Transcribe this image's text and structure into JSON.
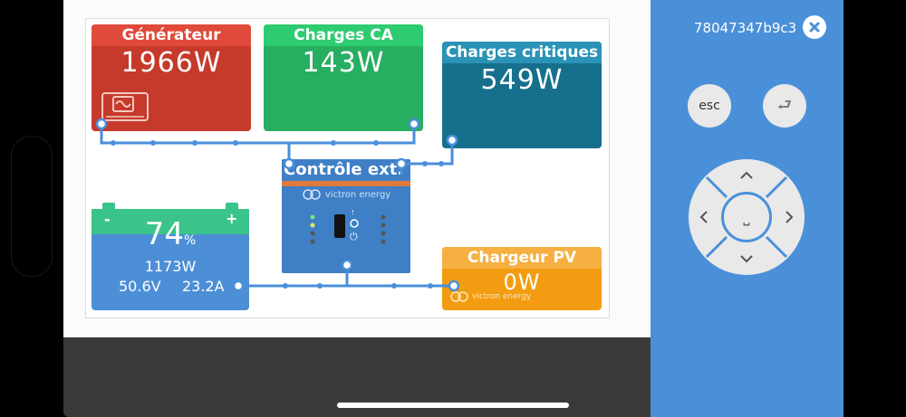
{
  "tiles": {
    "generator": {
      "title": "Générateur",
      "value": "1966W"
    },
    "ac_loads": {
      "title": "Charges CA",
      "value": "143W"
    },
    "critical_loads": {
      "title": "Charges critiques",
      "value": "549W"
    },
    "control": {
      "title": "Contrôle ext.",
      "brand": "victron energy"
    },
    "battery": {
      "soc": "74",
      "soc_unit": "%",
      "power": "1173W",
      "voltage": "50.6V",
      "current": "23.2A",
      "minus": "-",
      "plus": "+"
    },
    "pv_charger": {
      "title": "Chargeur PV",
      "value": "0W",
      "brand": "victron energy"
    }
  },
  "panel": {
    "device_id": "78047347b9c3",
    "esc_label": "esc",
    "enter_glyph": "⮐",
    "space_glyph": "⎵"
  },
  "colors": {
    "generator": "#c63a2b",
    "ac_loads": "#27ae60",
    "critical_loads": "#16708c",
    "control": "#3f7fc6",
    "battery": "#4d8fd6",
    "battery_top": "#3ac38a",
    "pv_charger": "#f39c12",
    "panel": "#4a90d9",
    "wire": "#4a8fdb"
  }
}
